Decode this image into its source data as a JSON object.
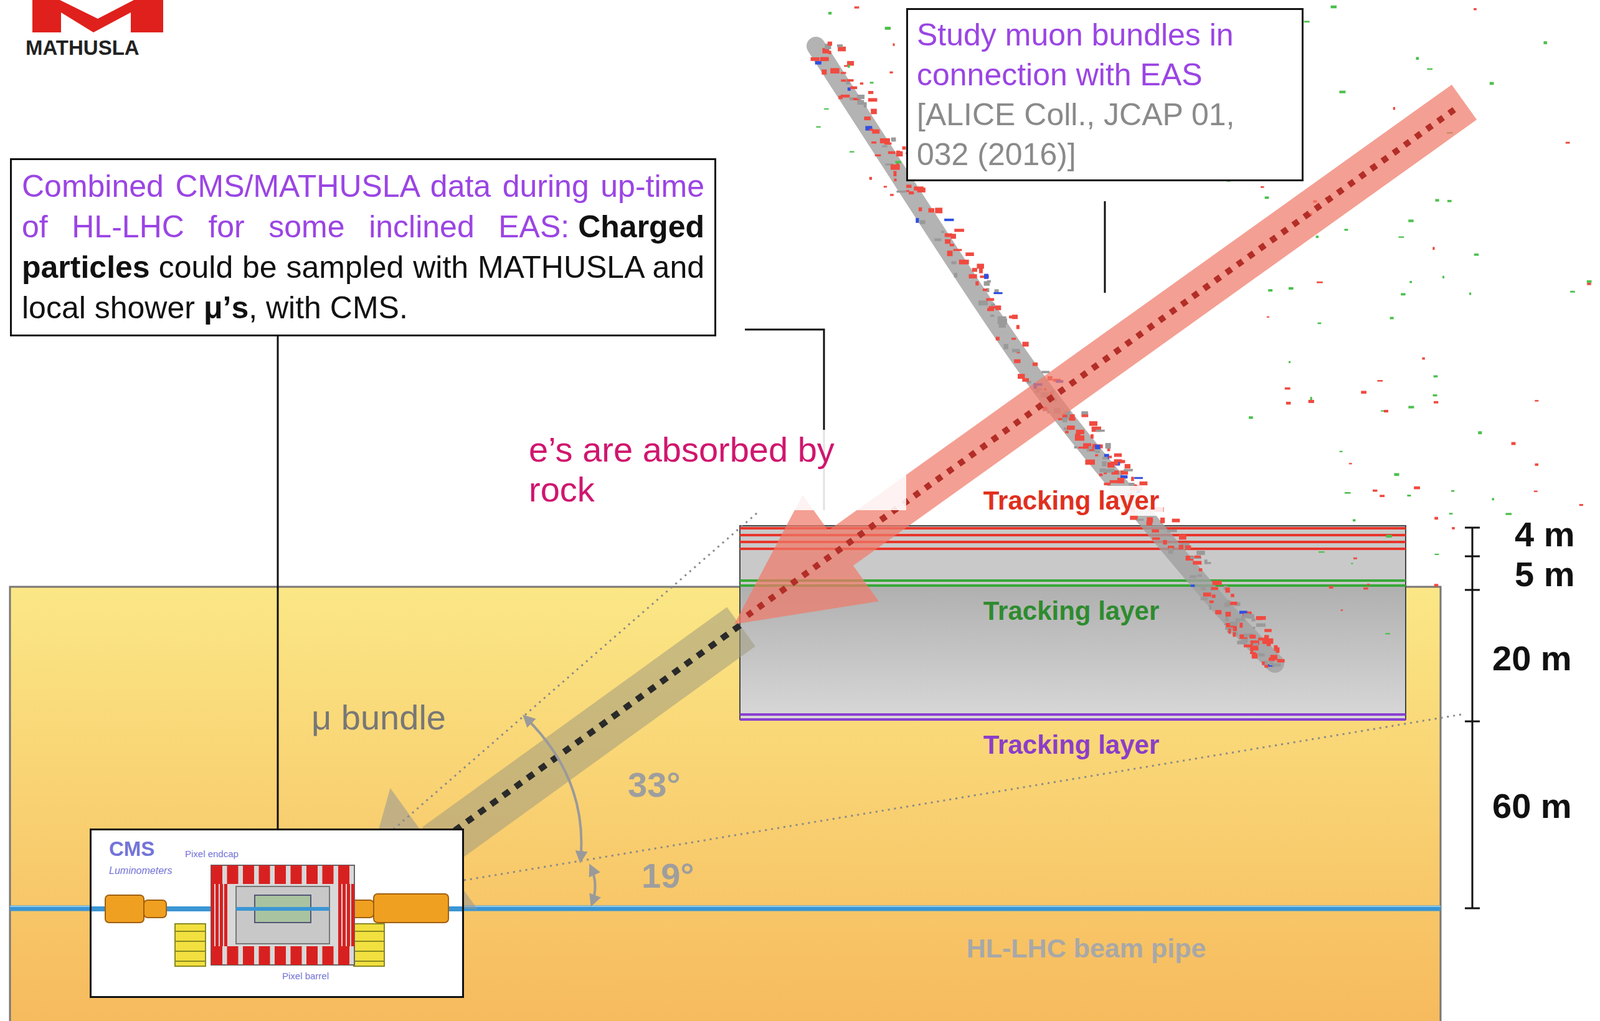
{
  "diagram": {
    "nodes": [
      {
        "text": [
          "Combined CMS/MATHUSLA data during up-time of HL-LHC for some inclined EAS:",
          "Charged particles",
          "could be sampled with MATHUSLA and local shower",
          "μ’s",
          ", with CMS."
        ]
      },
      {
        "text": [
          "Study muon bundles in connection with EAS",
          "[ALICE Coll., JCAP 01, 032 (2016)]"
        ]
      },
      {
        "text": [
          "CMS",
          "Luminometers",
          "Pixel endcap",
          "Pixel barrel"
        ]
      }
    ],
    "edges": [
      {
        "from": 0,
        "to": 2,
        "arrow": "none"
      }
    ],
    "labels": [
      "MATHUSLA",
      "e’s are absorbed by rock",
      "Tracking layer",
      "Tracking layer",
      "Tracking layer",
      "4 m",
      "5 m",
      "20 m",
      "60 m",
      "μ bundle",
      "33°",
      "19°",
      "HL-LHC beam pipe"
    ]
  }
}
